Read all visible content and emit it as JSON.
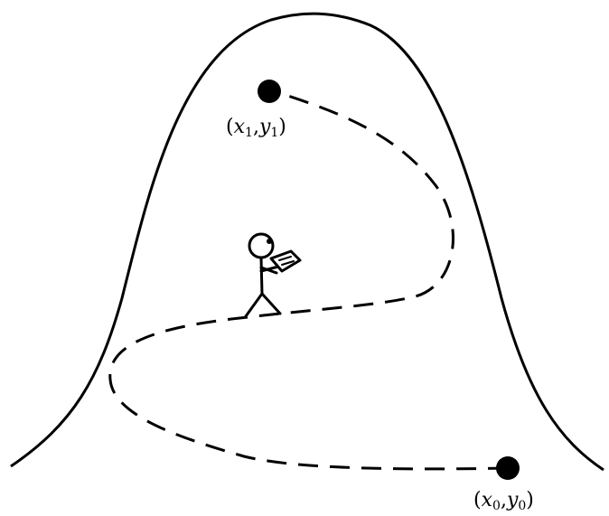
{
  "diagram": {
    "colors": {
      "stroke": "#000000",
      "background": "#ffffff"
    },
    "points": {
      "end": {
        "x_var": "x",
        "x_sub": "1",
        "y_var": "y",
        "y_sub": "1"
      },
      "start": {
        "x_var": "x",
        "x_sub": "0",
        "y_var": "y",
        "y_sub": "0"
      }
    },
    "punctuation": {
      "open": "(",
      "comma": ",",
      "close": ")"
    },
    "figure": "stick-figure-with-map"
  }
}
